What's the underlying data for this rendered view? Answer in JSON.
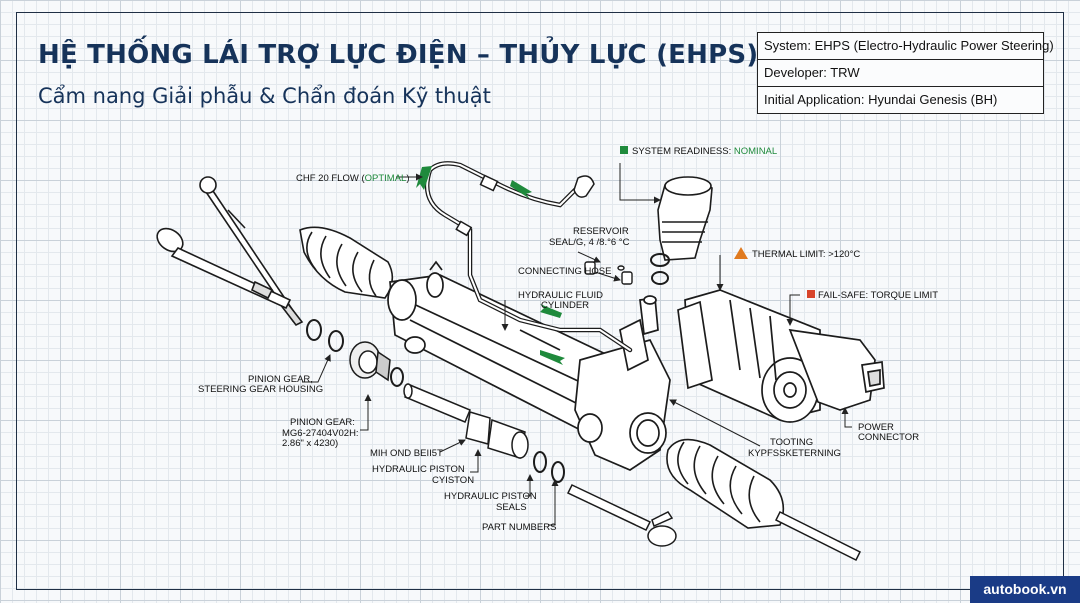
{
  "header": {
    "title": "HỆ THỐNG LÁI TRỢ LỰC ĐIỆN – THỦY LỰC (EHPS)",
    "subtitle": "Cẩm nang Giải phẫu & Chẩn đoán Kỹ thuật"
  },
  "info_box": {
    "system": "System: EHPS (Electro-Hydraulic Power Steering)",
    "developer": "Developer: TRW",
    "application": "Initial Application: Hyundai Genesis (BH)"
  },
  "labels": {
    "flow_prefix": "CHF 20 FLOW (",
    "flow_status": "OPTIMAL",
    "flow_suffix": ")",
    "readiness_prefix": "SYSTEM READINESS: ",
    "readiness_status": "NOMINAL",
    "reservoir_1": "RESERVOIR",
    "reservoir_2": "SEAL/G, 4 /8.°6 °C",
    "connecting_hose": "CONNECTING HOSE",
    "hydraulic_fluid_1": "HYDRAULIC FLUID",
    "hydraulic_fluid_2": "CYLINDER",
    "thermal": "THERMAL LIMIT: >120°C",
    "failsafe": "FAIL-SAFE: TORQUE LIMIT",
    "pinion_1": "PINION GEAR,",
    "pinion_2": "STEERING GEAR HOUSING",
    "pinion_gear_1": "PINION GEAR:",
    "pinion_gear_2": "MG6-27404V02H:",
    "pinion_gear_3": "2.86\" x 4230)",
    "mih": "MIH OND BEII5T",
    "piston_1": "HYDRAULIC PISTON",
    "piston_2": "CYISTON",
    "seals_1": "HYDRAULIC PISTON",
    "seals_2": "SEALS",
    "part_numbers": "PART NUMBERS",
    "tooting_1": "TOOTING",
    "tooting_2": "KYPFSSKETERNING",
    "power_1": "POWER",
    "power_2": "CONNECTOR"
  },
  "colors": {
    "title": "#16335a",
    "ok_green": "#1f8a3c",
    "warning_orange": "#e07a1f",
    "alert_red": "#d8442a",
    "badge_bg": "#1a3b86"
  },
  "watermark": "autobook.vn"
}
